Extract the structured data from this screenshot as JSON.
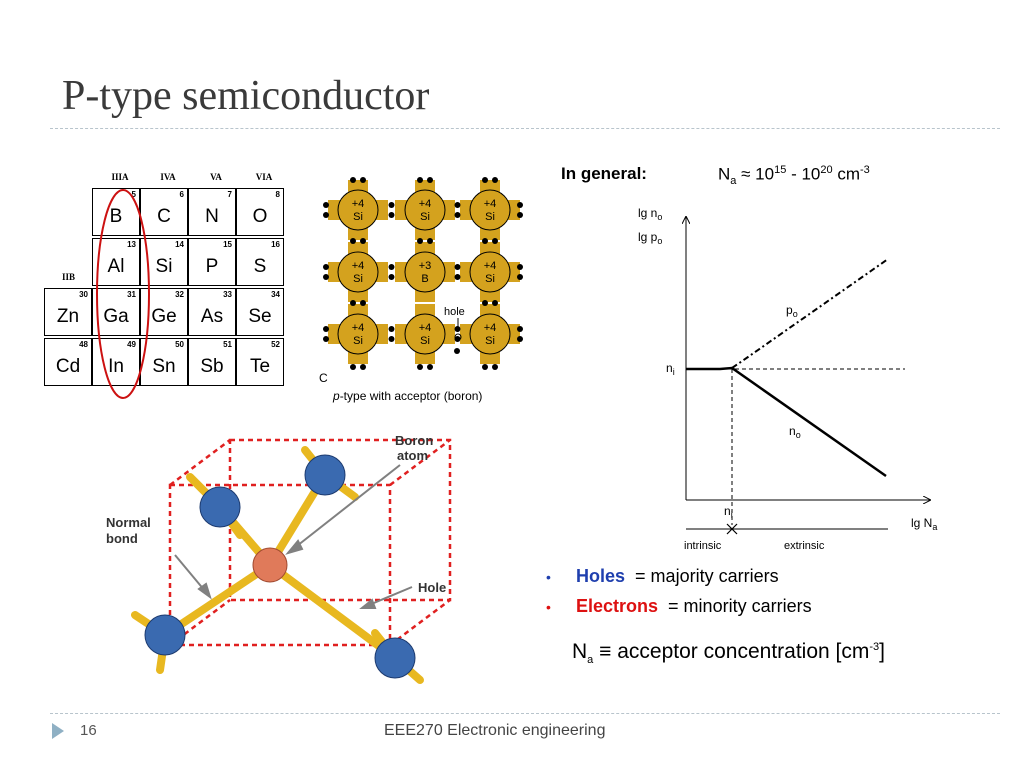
{
  "slide": {
    "title": "P-type semiconductor",
    "page_number": "16",
    "footer": "EEE270 Electronic engineering"
  },
  "periodic_table": {
    "group_headers": [
      "IIIA",
      "IVA",
      "VA",
      "VIA"
    ],
    "iib_label": "IIB",
    "rows": [
      [
        null,
        {
          "num": "5",
          "sym": "B"
        },
        {
          "num": "6",
          "sym": "C"
        },
        {
          "num": "7",
          "sym": "N"
        },
        {
          "num": "8",
          "sym": "O"
        }
      ],
      [
        null,
        {
          "num": "13",
          "sym": "Al"
        },
        {
          "num": "14",
          "sym": "Si"
        },
        {
          "num": "15",
          "sym": "P"
        },
        {
          "num": "16",
          "sym": "S"
        }
      ],
      [
        {
          "num": "30",
          "sym": "Zn"
        },
        {
          "num": "31",
          "sym": "Ga"
        },
        {
          "num": "32",
          "sym": "Ge"
        },
        {
          "num": "33",
          "sym": "As"
        },
        {
          "num": "34",
          "sym": "Se"
        }
      ],
      [
        {
          "num": "48",
          "sym": "Cd"
        },
        {
          "num": "49",
          "sym": "In"
        },
        {
          "num": "50",
          "sym": "Sn"
        },
        {
          "num": "51",
          "sym": "Sb"
        },
        {
          "num": "52",
          "sym": "Te"
        }
      ]
    ],
    "highlight_color": "#cc1111"
  },
  "lattice": {
    "cells": [
      {
        "top": "+4",
        "bot": "Si"
      },
      {
        "top": "+4",
        "bot": "Si"
      },
      {
        "top": "+4",
        "bot": "Si"
      },
      {
        "top": "+4",
        "bot": "Si"
      },
      {
        "top": "+3",
        "bot": "B"
      },
      {
        "top": "+4",
        "bot": "Si"
      },
      {
        "top": "+4",
        "bot": "Si"
      },
      {
        "top": "+4",
        "bot": "Si"
      },
      {
        "top": "+4",
        "bot": "Si"
      }
    ],
    "hole_label": "hole",
    "panel_letter": "C",
    "caption_italic": "p",
    "caption_rest": "-type with acceptor (boron)",
    "atom_color": "#d4a21e"
  },
  "crystal": {
    "boron_label_1": "Boron",
    "boron_label_2": "atom",
    "normal_label_1": "Normal",
    "normal_label_2": "bond",
    "hole_label": "Hole",
    "cube_color": "#e02020",
    "bond_color": "#e8b820",
    "atom_color": "#3a6ab0",
    "boron_color": "#e07a5a"
  },
  "general": {
    "label": "In general:",
    "formula_base": "N",
    "formula_sub": "a",
    "formula_mid": " ≈ 10",
    "exp1": "15",
    "formula_dash": " - 10",
    "exp2": "20",
    "formula_unit": " cm",
    "exp3": "-3"
  },
  "graph": {
    "y_label_1_base": "lg n",
    "y_label_1_sub": "o",
    "y_label_2_base": "lg p",
    "y_label_2_sub": "o",
    "x_label_base": "lg N",
    "x_label_sub": "a",
    "ni_y_base": "n",
    "ni_y_sub": "i",
    "ni_x_base": "n",
    "ni_x_sub": "i",
    "po_base": "p",
    "po_sub": "o",
    "no_base": "n",
    "no_sub": "o",
    "region_left": "intrinsic",
    "region_right": "extrinsic"
  },
  "bullets": [
    {
      "key": "Holes",
      "rest": "= majority carriers",
      "dot_color": "#1f3fae"
    },
    {
      "key": "Electrons",
      "rest": "= minority carriers",
      "dot_color": "#dd1111"
    }
  ],
  "acceptor": {
    "base": "N",
    "sub": "a",
    "rest": " ≡ acceptor concentration [cm",
    "exp": "-3",
    "close": "]"
  }
}
